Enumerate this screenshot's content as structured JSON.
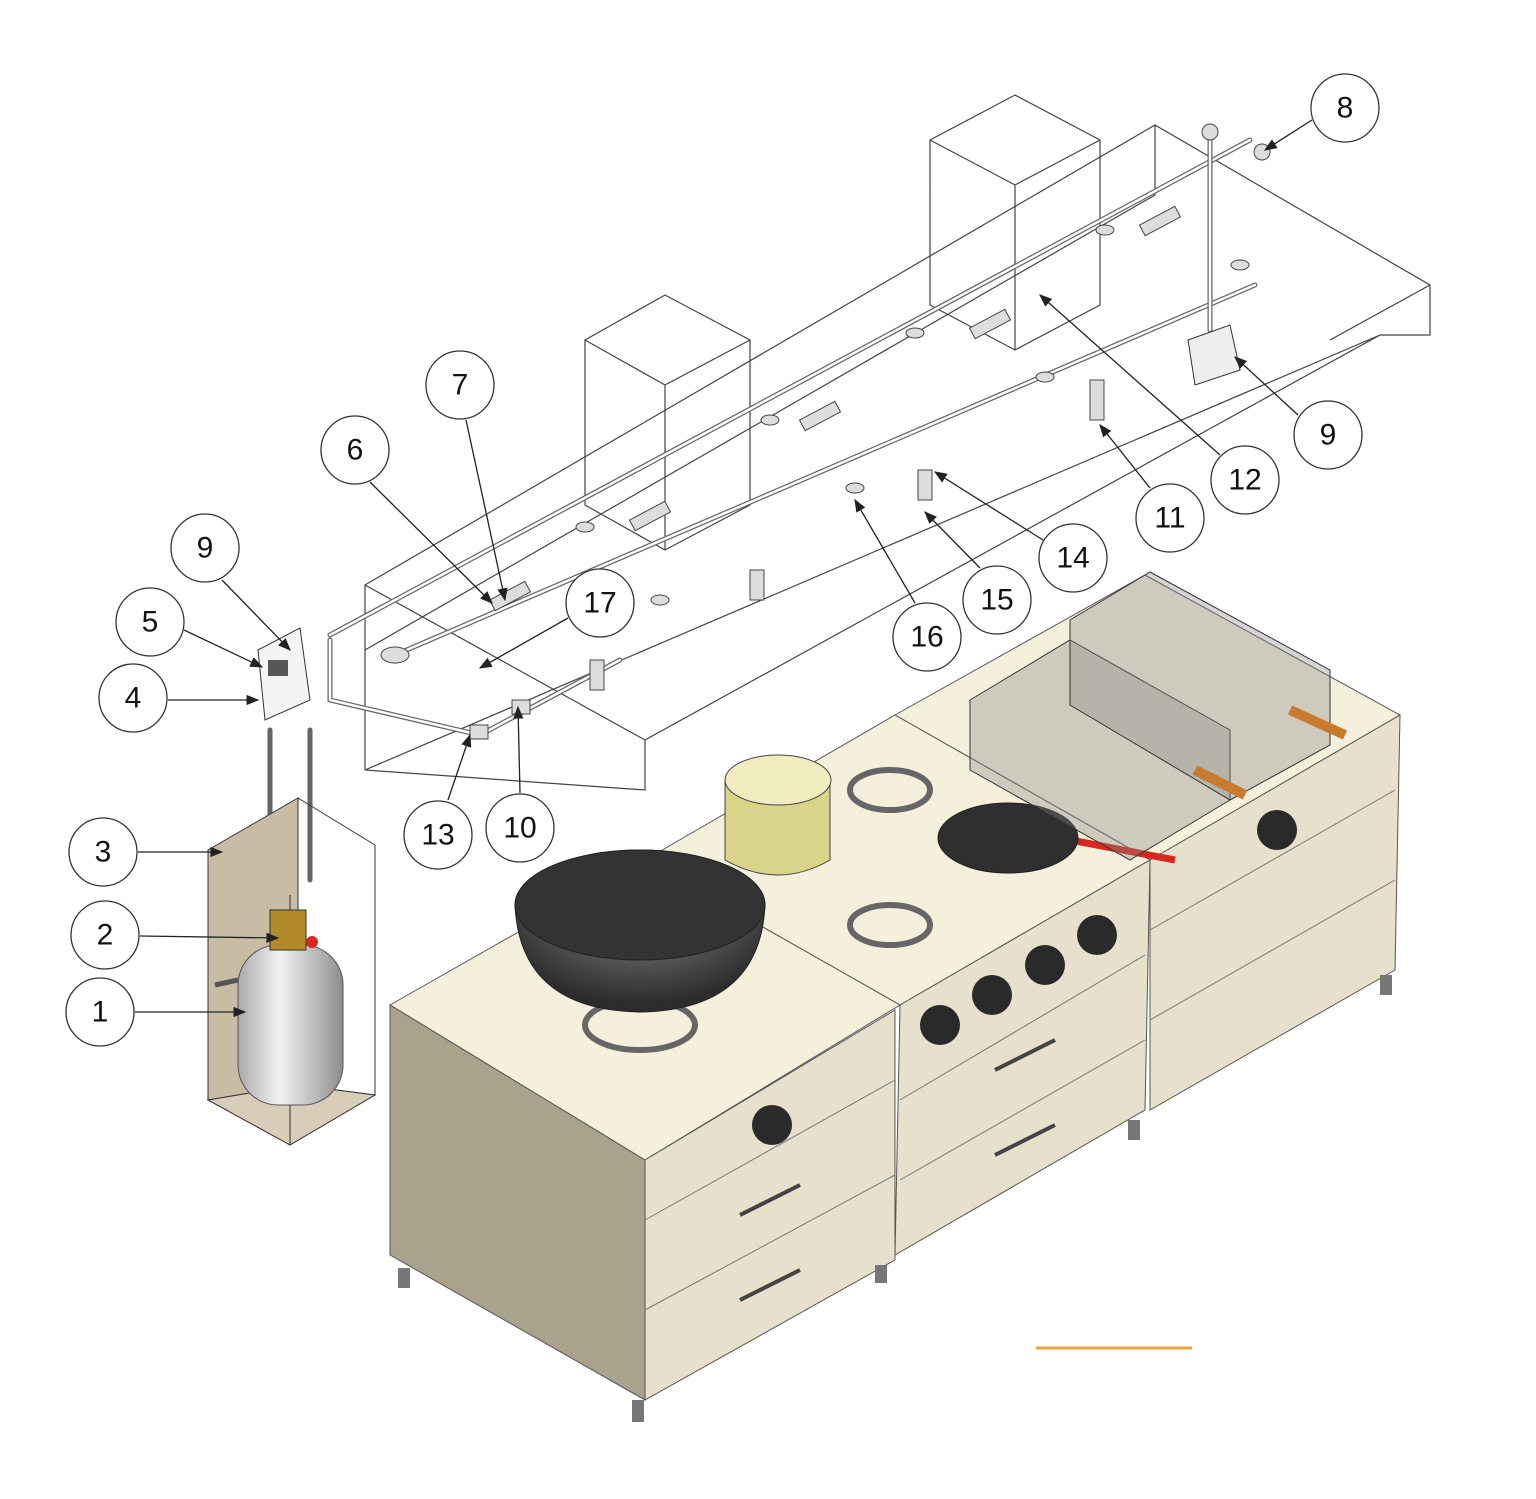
{
  "callouts": {
    "c1": "1",
    "c2": "2",
    "c3": "3",
    "c4": "4",
    "c5": "5",
    "c6": "6",
    "c7": "7",
    "c8": "8",
    "c9a": "9",
    "c9b": "9",
    "c10": "10",
    "c11": "11",
    "c12": "12",
    "c13": "13",
    "c14": "14",
    "c15": "15",
    "c16": "16",
    "c17": "17"
  },
  "colors": {
    "cabinet_front": "#e6e0cc",
    "cabinet_side": "#a9a28d",
    "cabinet_top": "#f4f0dc",
    "cylinder": "#d9d9d9",
    "enclosure": "#c9bca5",
    "pan_handle": "#d6281f",
    "basket_handle": "#c97a2c",
    "accent_line": "#e5a740"
  }
}
